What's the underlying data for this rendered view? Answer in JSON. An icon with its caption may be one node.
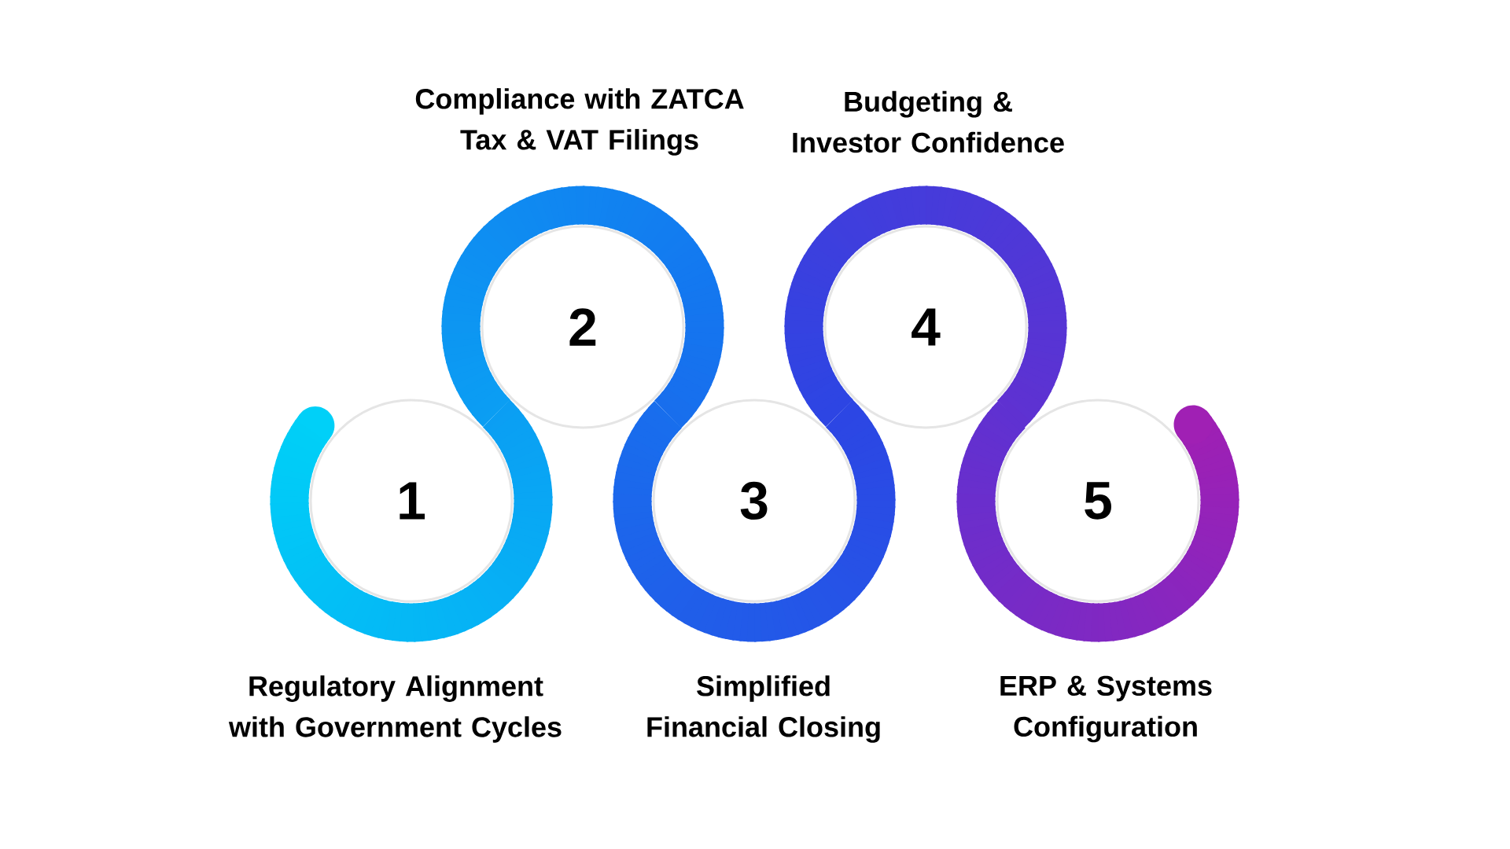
{
  "diagram": {
    "nodes": [
      {
        "text": [
          "1"
        ],
        "beside": [
          "Regulatory Alignment with Government Cycles"
        ]
      },
      {
        "text": [
          "2"
        ],
        "beside": [
          "Compliance with ZATCA Tax & VAT Filings"
        ]
      },
      {
        "text": [
          "3"
        ],
        "beside": [
          "Simplified Financial Closing"
        ]
      },
      {
        "text": [
          "4"
        ],
        "beside": [
          "Budgeting & Investor Confidence"
        ]
      },
      {
        "text": [
          "5"
        ],
        "beside": [
          "ERP & Systems Configuration"
        ]
      }
    ]
  }
}
